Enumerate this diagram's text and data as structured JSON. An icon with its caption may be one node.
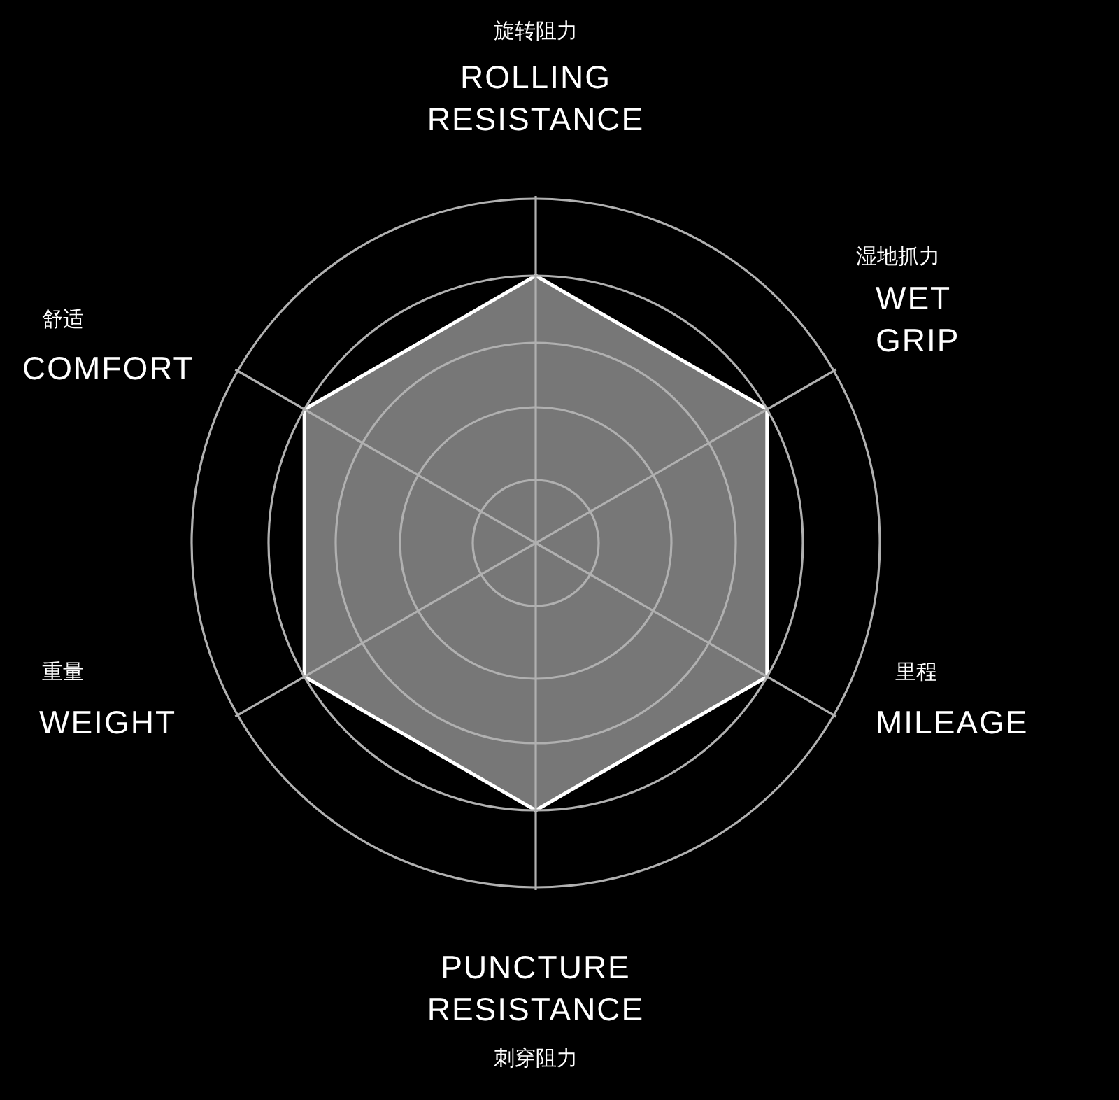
{
  "diagram": {
    "labels": [
      "旋转阻力",
      "ROLLING RESISTANCE",
      "湿地抓力",
      "WET GRIP",
      "舒适",
      "COMFORT",
      "重量",
      "WEIGHT",
      "里程",
      "MILEAGE",
      "PUNCTURE RESISTANCE",
      "刺穿阻力"
    ]
  }
}
